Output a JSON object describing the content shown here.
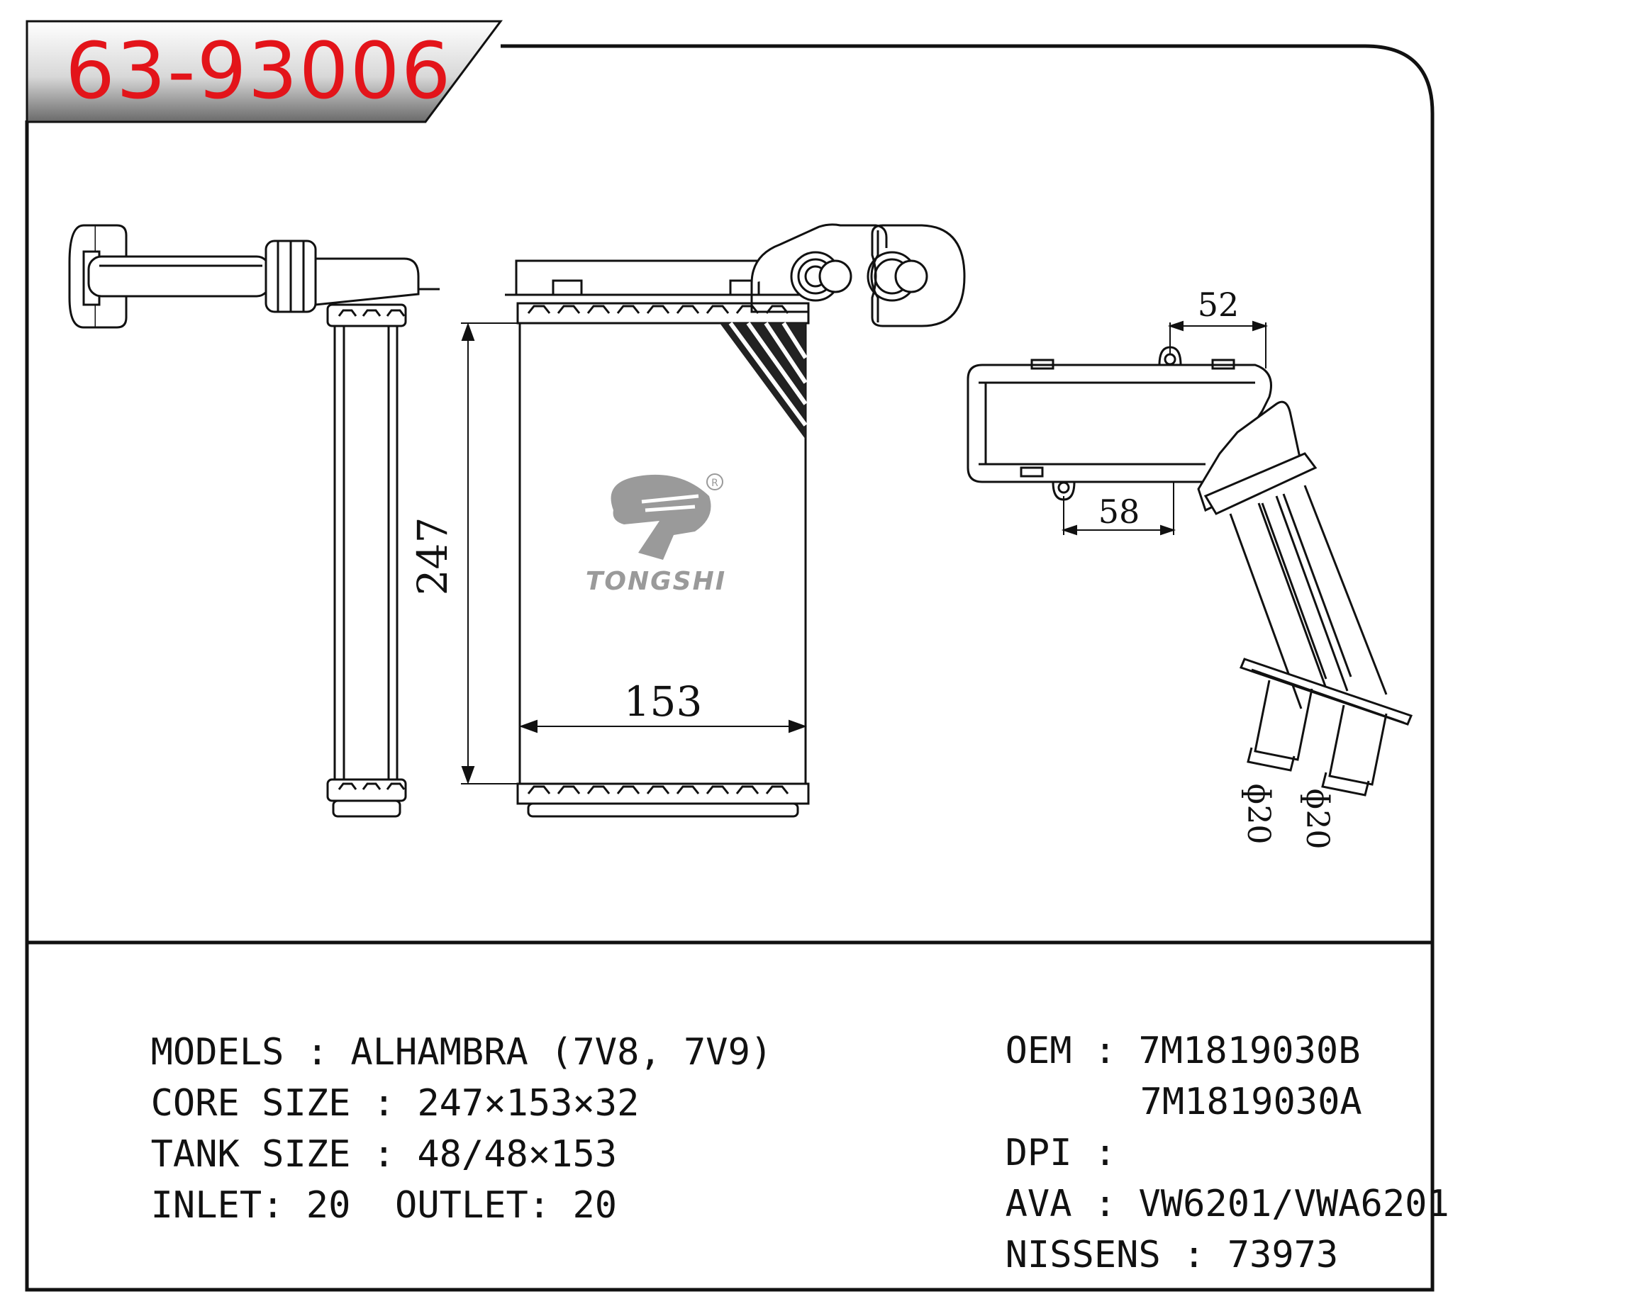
{
  "part_number": "63-93006",
  "brand": "TONGSHI",
  "dimensions": {
    "core_height": "247",
    "core_width": "153",
    "top_offset": "52",
    "bottom_offset": "58",
    "inlet_diameter": "ɸ20",
    "outlet_diameter": "ɸ20"
  },
  "specs_left": [
    {
      "label": "MODELS",
      "sep": " : ",
      "value": "ALHAMBRA (7V8, 7V9)"
    },
    {
      "label": "CORE SIZE",
      "sep": " : ",
      "value": "247×153×32"
    },
    {
      "label": "TANK SIZE",
      "sep": " : ",
      "value": "48/48×153"
    },
    {
      "label": "INLET",
      "sep": ": ",
      "value": "20  OUTLET: 20"
    }
  ],
  "specs_right": [
    {
      "label": "OEM",
      "sep": " : ",
      "value": "7M1819030B"
    },
    {
      "label": "",
      "sep": "",
      "value": "7M1819030A"
    },
    {
      "label": "DPI",
      "sep": " :",
      "value": ""
    },
    {
      "label": "AVA",
      "sep": " : ",
      "value": "VW6201/VWA6201"
    },
    {
      "label": "NISSENS",
      "sep": " : ",
      "value": "73973"
    }
  ],
  "colors": {
    "title_red": "#e3141a",
    "line": "#111111",
    "logo_grey": "#9a9a9a"
  }
}
